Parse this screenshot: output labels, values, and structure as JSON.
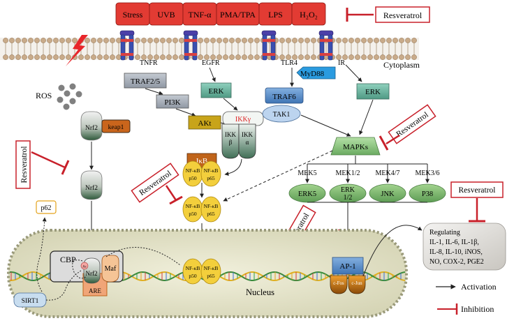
{
  "stimuli": [
    "Stress",
    "UVB",
    "TNF-α",
    "PMA/TPA",
    "LPS",
    "H₂O₂"
  ],
  "resveratrol": "Resveratrol",
  "receptors": {
    "tnfr": "TNFR",
    "egfr": "EGFR",
    "tlr4": "TLR4",
    "ir": "IR"
  },
  "compartments": {
    "cytoplasm": "Cytoplasm",
    "nucleus": "Nucleus"
  },
  "ros": "ROS",
  "nrf_path": {
    "nrf2": "Nrf2",
    "keap1": "keap1",
    "p62": "p62",
    "cbp": "CBP",
    "ac": "Ac",
    "maf": "Maf",
    "are": "ARE",
    "sirt1": "SIRT1"
  },
  "kinases": {
    "traf25": "TRAF2/5",
    "pi3k": "PI3K",
    "akt": "AKt",
    "erk": "ERK",
    "ikk_gamma": "IKKγ",
    "ikk": "IKK",
    "beta": "β",
    "alpha": "α",
    "myd88": "MyD88",
    "traf6": "TRAF6",
    "tak1": "TAK1",
    "mapks": "MAPKs"
  },
  "nfkb": {
    "ikb": "IκB",
    "nfkb": "NF-κB",
    "p50": "p50",
    "p65": "p65"
  },
  "meks": [
    "MEK5",
    "MEK1/2",
    "MEK4/7",
    "MEK3/6"
  ],
  "mapk_members": [
    "ERK5",
    "ERK 1/2",
    "JNK",
    "P38"
  ],
  "ap1": {
    "label": "AP-1",
    "cfos": "c-Fos",
    "cjun": "c-Jun"
  },
  "regulating": {
    "title": "Regulating",
    "lines": [
      "IL-1, IL-6, IL-1β,",
      "IL-8, IL-10, iNOS,",
      "NO, COX-2, PGE2"
    ]
  },
  "legend": {
    "activation": "Activation",
    "inhibition": "Inhibition"
  },
  "colors": {
    "stimulus": "#e23b33",
    "inhibit": "#c8202a",
    "receptor": "#3a4fb0",
    "grey_box": "#a6adb8",
    "teal": "#64b09a",
    "blue": "#5b8bc8",
    "akt": "#c8a41a",
    "ikb": "#c0641a",
    "nfkb": "#f3cf3c",
    "mapk": "#7fb874",
    "nucleus": "#e7e6cd"
  }
}
